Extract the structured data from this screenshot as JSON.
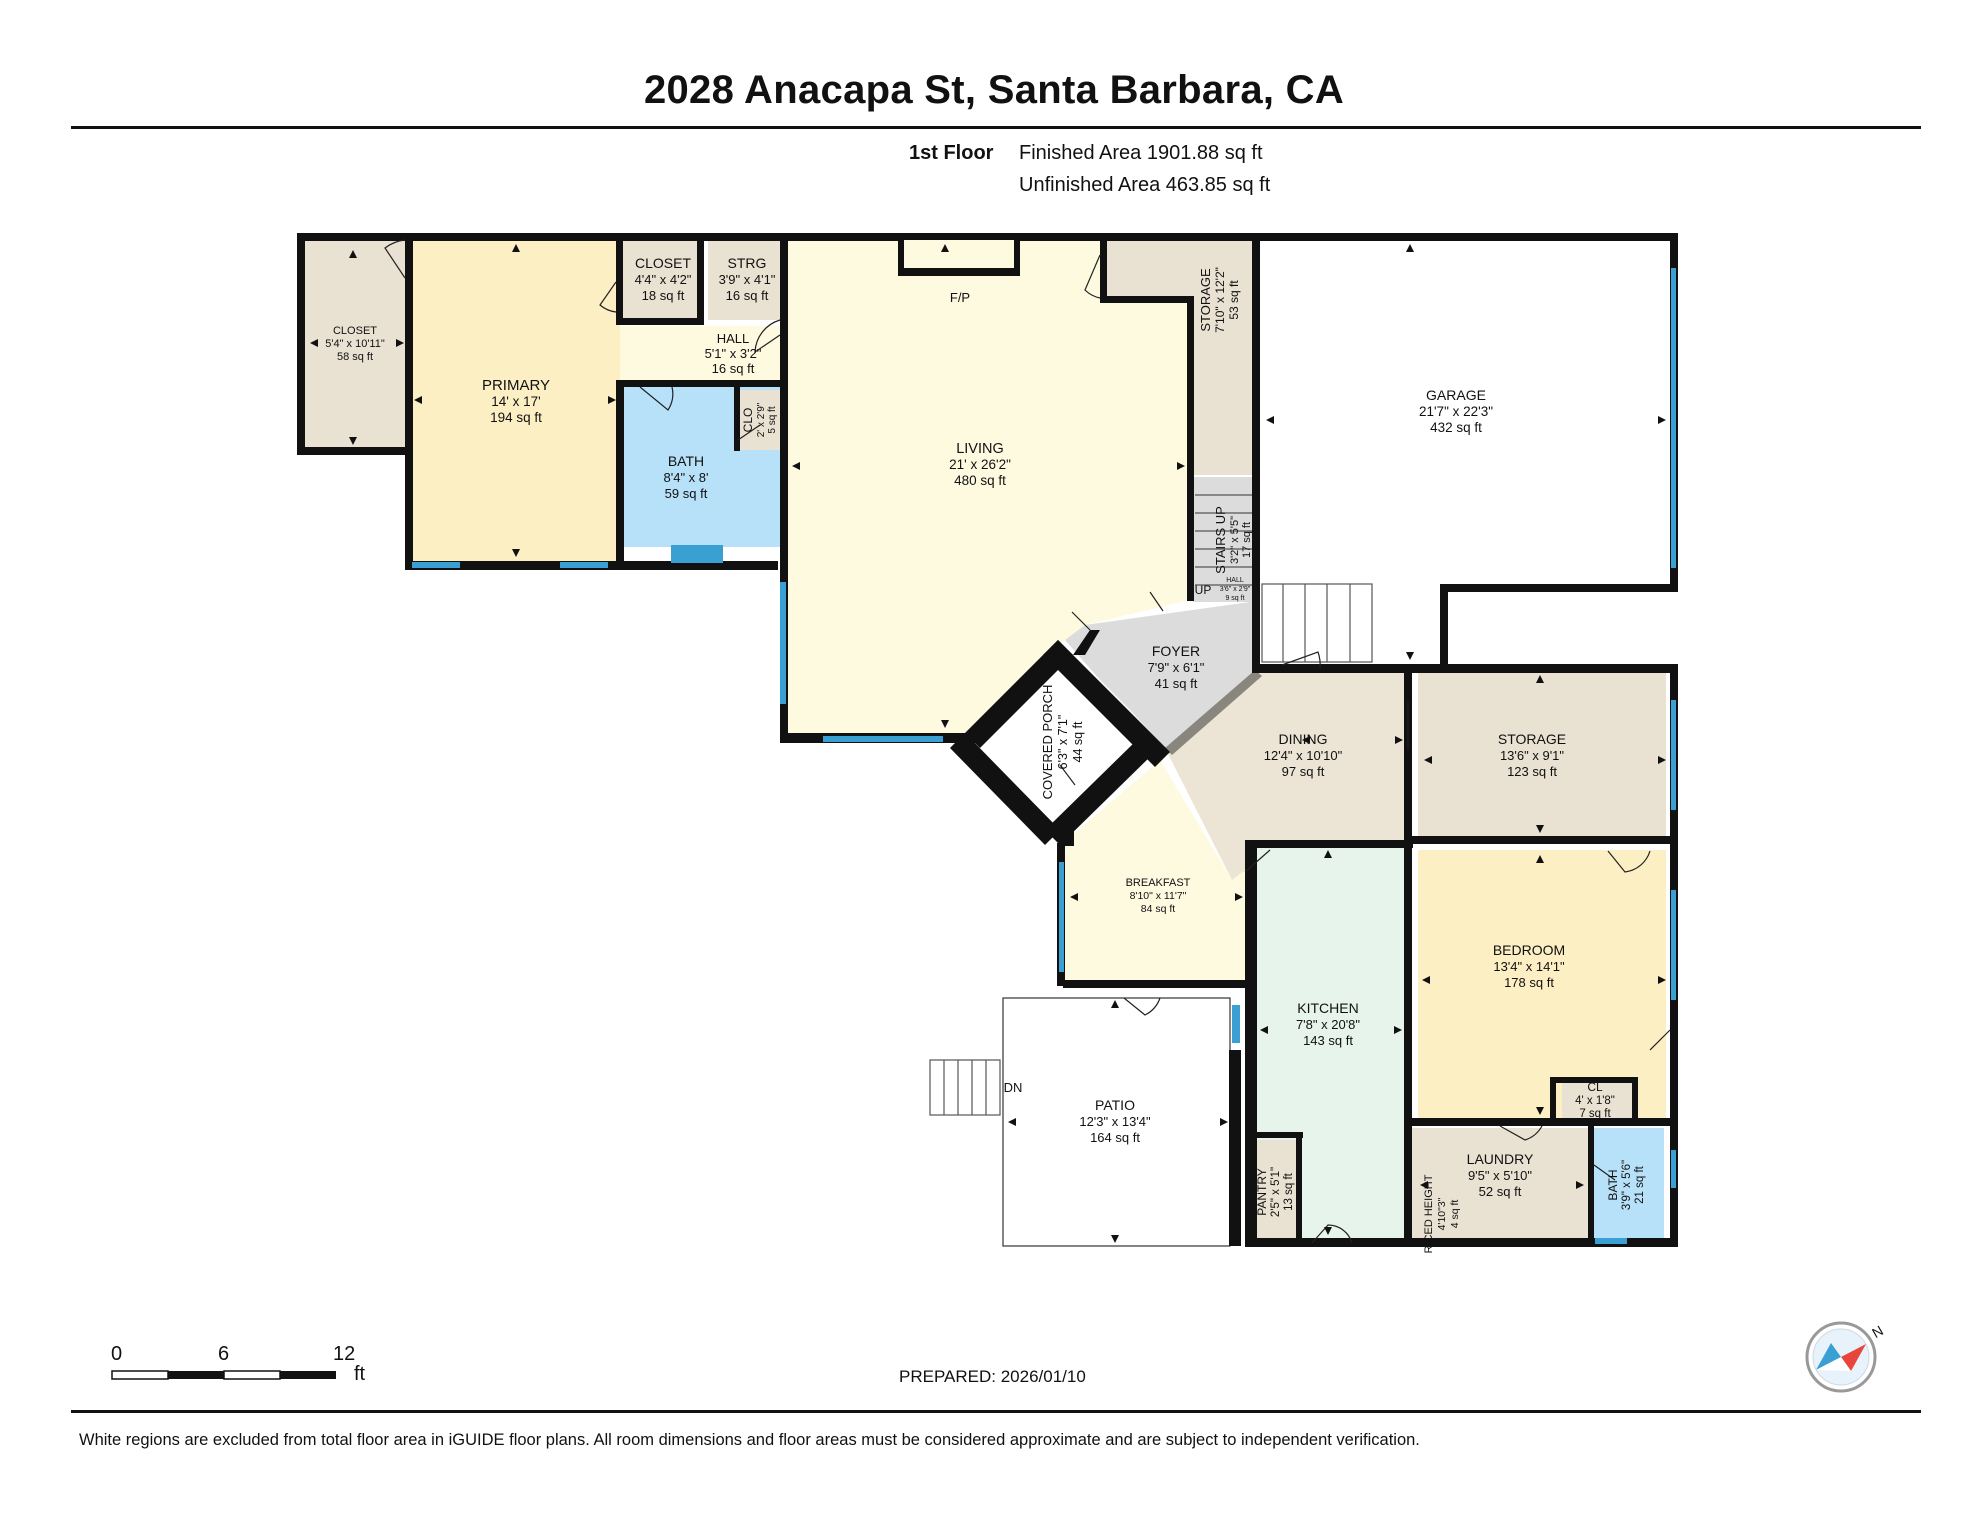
{
  "header": {
    "title": "2028 Anacapa St, Santa Barbara, CA",
    "floor": "1st Floor",
    "finished_area": "Finished Area 1901.88 sq ft",
    "unfinished_area": "Unfinished Area 463.85 sq ft"
  },
  "rooms": {
    "closet_left": {
      "name": "CLOSET",
      "dims": "5'4\" x 10'11\"",
      "area": "58 sq ft"
    },
    "primary": {
      "name": "PRIMARY",
      "dims": "14' x 17'",
      "area": "194 sq ft"
    },
    "closet_top": {
      "name": "CLOSET",
      "dims": "4'4\" x 4'2\"",
      "area": "18 sq ft"
    },
    "strg": {
      "name": "STRG",
      "dims": "3'9\" x 4'1\"",
      "area": "16 sq ft"
    },
    "hall": {
      "name": "HALL",
      "dims": "5'1\" x 3'2\"",
      "area": "16 sq ft"
    },
    "clo": {
      "name": "CLO",
      "dims": "2' x 2'9\"",
      "area": "5 sq ft"
    },
    "bath_primary": {
      "name": "BATH",
      "dims": "8'4\" x 8'",
      "area": "59 sq ft"
    },
    "living": {
      "name": "LIVING",
      "dims": "21' x 26'2\"",
      "area": "480 sq ft"
    },
    "fp": {
      "name": "F/P"
    },
    "storage_narrow": {
      "name": "STORAGE",
      "dims": "7'10\" x 12'2\"",
      "area": "53 sq ft"
    },
    "stairs": {
      "name": "STAIRS UP",
      "dims": "3'2\" x 5'5\"",
      "area": "17 sq ft"
    },
    "hall_small": {
      "name": "HALL",
      "dims": "3'6\" x 2'9\"",
      "area": "9 sq ft"
    },
    "up_label": "UP",
    "garage": {
      "name": "GARAGE",
      "dims": "21'7\" x 22'3\"",
      "area": "432 sq ft"
    },
    "foyer": {
      "name": "FOYER",
      "dims": "7'9\" x 6'1\"",
      "area": "41 sq ft"
    },
    "covered_porch": {
      "name": "COVERED PORCH",
      "dims": "6'3\" x 7'1\"",
      "area": "44 sq ft"
    },
    "dining": {
      "name": "DINING",
      "dims": "12'4\" x 10'10\"",
      "area": "97 sq ft"
    },
    "storage_right": {
      "name": "STORAGE",
      "dims": "13'6\" x 9'1\"",
      "area": "123 sq ft"
    },
    "breakfast": {
      "name": "BREAKFAST",
      "dims": "8'10\" x 11'7\"",
      "area": "84 sq ft"
    },
    "kitchen": {
      "name": "KITCHEN",
      "dims": "7'8\" x 20'8\"",
      "area": "143 sq ft"
    },
    "bedroom": {
      "name": "BEDROOM",
      "dims": "13'4\" x 14'1\"",
      "area": "178 sq ft"
    },
    "cl": {
      "name": "CL",
      "dims": "4' x 1'8\"",
      "area": "7 sq ft"
    },
    "patio": {
      "name": "PATIO",
      "dims": "12'3\" x 13'4\"",
      "area": "164 sq ft"
    },
    "dn_label": "DN",
    "pantry": {
      "name": "PANTRY",
      "dims": "2'5\" x 5'1\"",
      "area": "13 sq ft"
    },
    "laundry": {
      "name": "LAUNDRY",
      "dims": "9'5\" x 5'10\"",
      "area": "52 sq ft"
    },
    "ceiling": {
      "name": "RICED HEIGHT",
      "dims": "4'10\"3\"",
      "area": "4 sq ft"
    },
    "bath_small": {
      "name": "BATH",
      "dims": "3'9\" x 5'6\"",
      "area": "21 sq ft"
    }
  },
  "scale": {
    "zero": "0",
    "mid": "6",
    "end": "12",
    "unit": "ft"
  },
  "compass": {
    "label": "N"
  },
  "footer": {
    "prepared": "PREPARED: 2026/01/10",
    "disclaimer": "White regions are excluded from total floor area in iGUIDE floor plans. All room dimensions and floor areas must be considered approximate and are subject to independent verification."
  },
  "colors": {
    "primary": "#fcefc4",
    "bath": "#b7e0f9",
    "living": "#fefae0",
    "storage": "#e9e1d1",
    "foyer": "#dcdcdc",
    "dining": "#ece5d5",
    "kitchen": "#e6f4ec",
    "bedroom": "#fcefc4",
    "window": "#3aa0d4",
    "wall": "#111111"
  }
}
